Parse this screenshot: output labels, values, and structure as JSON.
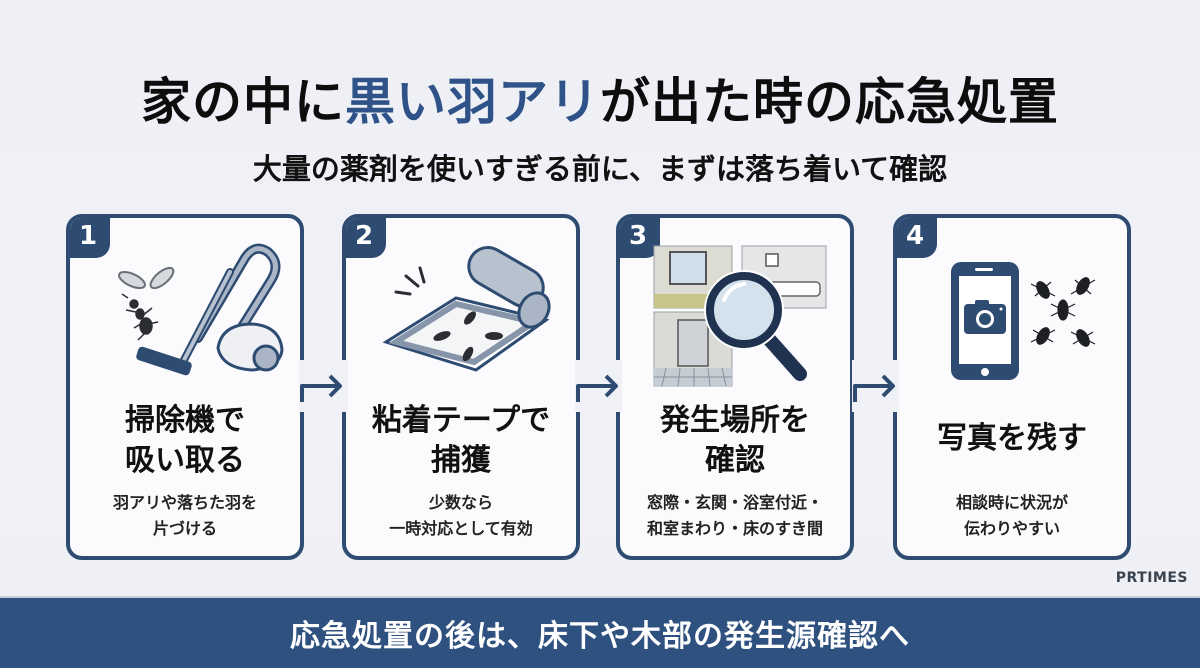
{
  "header": {
    "title_prefix": "家の中に",
    "title_highlight": "黒い羽アリ",
    "title_suffix": "が出た時の応急処置",
    "subtitle": "大量の薬剤を使いすぎる前に、まずは落ち着いて確認"
  },
  "steps": [
    {
      "number": "1",
      "icon": "vacuum-cleaner-icon",
      "title_line1": "掃除機で",
      "title_line2": "吸い取る",
      "desc_line1": "羽アリや落ちた羽を",
      "desc_line2": "片づける"
    },
    {
      "number": "2",
      "icon": "sticky-tape-icon",
      "title_line1": "粘着テープで",
      "title_line2": "捕獲",
      "desc_line1": "少数なら",
      "desc_line2": "一時対応として有効"
    },
    {
      "number": "3",
      "icon": "magnifier-rooms-icon",
      "title_line1": "発生場所を",
      "title_line2": "確認",
      "desc_line1": "窓際・玄関・浴室付近・",
      "desc_line2": "和室まわり・床のすき間"
    },
    {
      "number": "4",
      "icon": "smartphone-camera-icon",
      "title_line1": "写真を残す",
      "title_line2": "",
      "desc_line1": "相談時に状況が",
      "desc_line2": "伝わりやすい"
    }
  ],
  "brand": "PRTIMES",
  "footer": {
    "text": "応急処置の後は、床下や木部の発生源確認へ"
  },
  "colors": {
    "accent": "#2e4b72",
    "title_highlight": "#2f5389",
    "footer_bg": "#2f5180",
    "background": "#f0f1f6"
  }
}
